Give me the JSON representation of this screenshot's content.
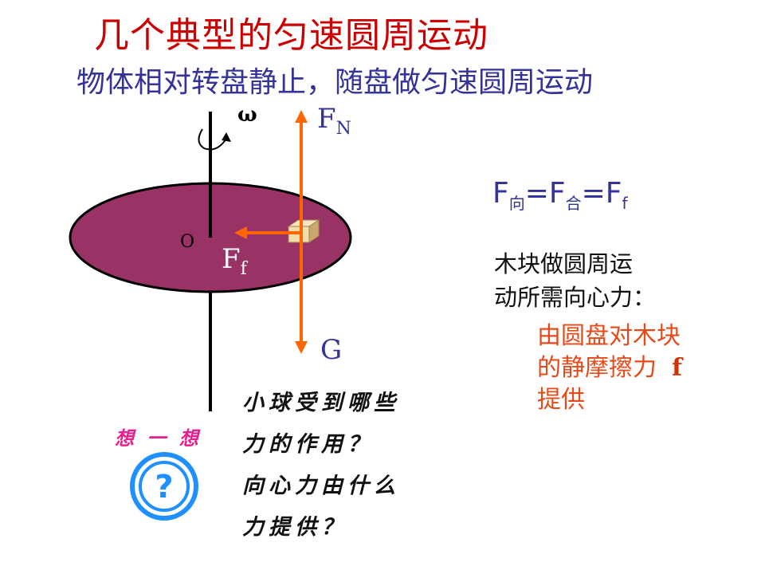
{
  "title": "几个典型的匀速圆周运动",
  "subtitle": "物体相对转盘静止，随盘做匀速圆周运动",
  "diagram": {
    "omega_label": "ω",
    "center_label": "O",
    "fn_label": "F",
    "fn_sub": "N",
    "ff_label": "F",
    "ff_sub": "f",
    "g_label": "G",
    "colors": {
      "disk": "#993366",
      "arrow": "#ff6600",
      "axis": "#000000",
      "block": "#f2dcaa"
    }
  },
  "formula": {
    "f1": "F",
    "sub1": "向",
    "eq1": "=F",
    "sub2": "合",
    "eq2": "=F",
    "sub3": "f"
  },
  "explanation": {
    "line1": "木块做圆周运",
    "line2": "动所需向心力：",
    "red_line1": "由圆盘对木块",
    "red_line2": "的静摩擦力",
    "red_f": "f",
    "red_line3": "提供"
  },
  "think": {
    "label": "想 一 想",
    "icon": "question-circle-icon",
    "q1": "小球受到哪些",
    "q2": "力的作用？",
    "q3": "向心力由什么",
    "q4": "力提供？"
  }
}
